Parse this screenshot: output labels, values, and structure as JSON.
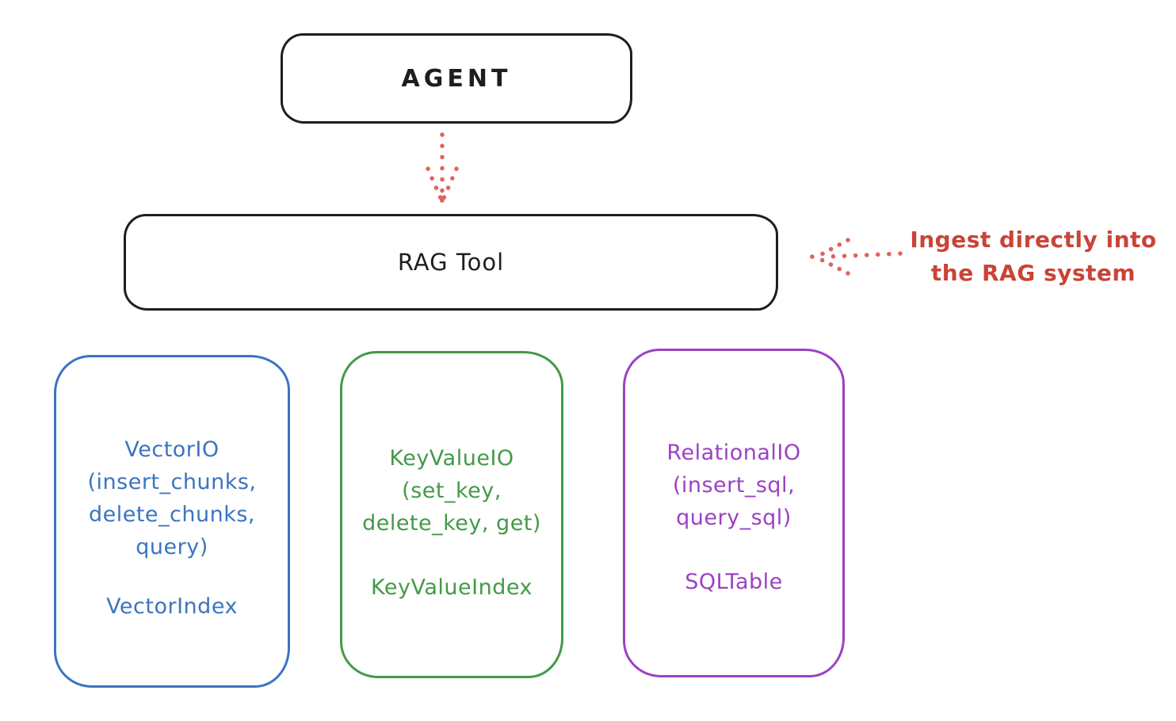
{
  "diagram": {
    "background": "#ffffff",
    "nodes": {
      "agent": {
        "label": "AGENT",
        "stroke": "#1e1e1e"
      },
      "rag_tool": {
        "label": "RAG Tool",
        "stroke": "#1e1e1e"
      },
      "vector_io": {
        "lines": [
          "VectorIO",
          "(insert_chunks,",
          "delete_chunks,",
          "query)"
        ],
        "index_label": "VectorIndex",
        "stroke": "#3b74c1"
      },
      "key_value_io": {
        "lines": [
          "KeyValueIO",
          "(set_key,",
          "delete_key, get)"
        ],
        "index_label": "KeyValueIndex",
        "stroke": "#429a47"
      },
      "relational_io": {
        "lines": [
          "RelationalIO",
          "(insert_sql,",
          "query_sql)"
        ],
        "index_label": "SQLTable",
        "stroke": "#9c41c5"
      }
    },
    "annotation": {
      "lines": [
        "Ingest directly into",
        "the RAG system"
      ],
      "color": "#c94437"
    },
    "arrows": [
      {
        "name": "agent-to-rag-tool",
        "style": "dotted",
        "direction": "down",
        "color": "#e2635c"
      },
      {
        "name": "ingest-annotation-to-rag-tool",
        "style": "dotted",
        "direction": "left",
        "color": "#e2635c"
      }
    ]
  }
}
